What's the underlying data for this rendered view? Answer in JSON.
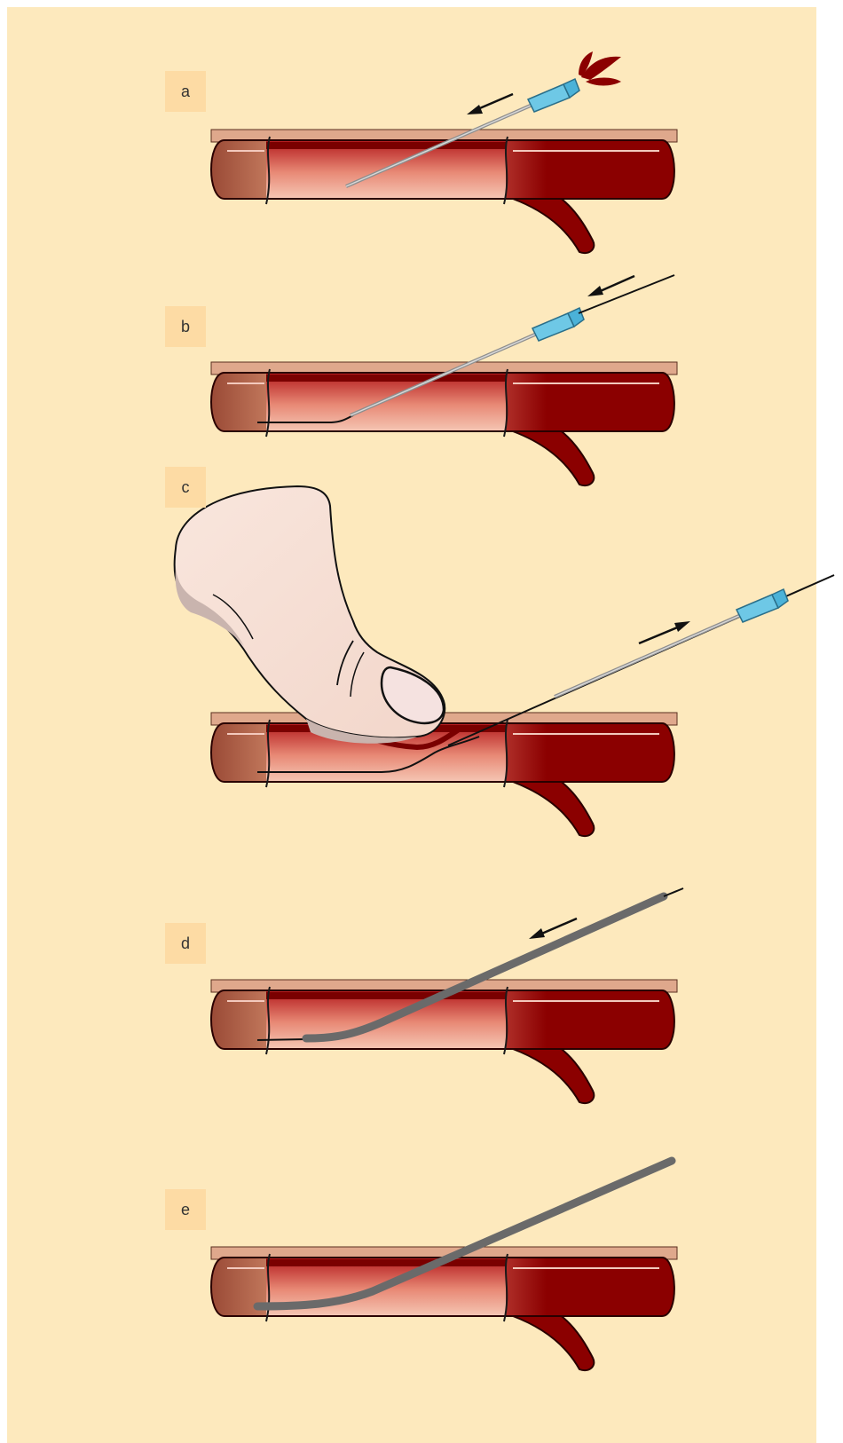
{
  "colors": {
    "background": "#fde9bd",
    "label_box": "#fddba4",
    "vessel_dark": "#8b0000",
    "vessel_end": "#b0664b",
    "tissue": "#dfa88c",
    "needle_hub": "#6ec8e6",
    "catheter": "#6a6a6a",
    "finger": "#f7e0d6"
  },
  "steps": [
    {
      "label": "a"
    },
    {
      "label": "b"
    },
    {
      "label": "c"
    },
    {
      "label": "d"
    },
    {
      "label": "e"
    }
  ]
}
